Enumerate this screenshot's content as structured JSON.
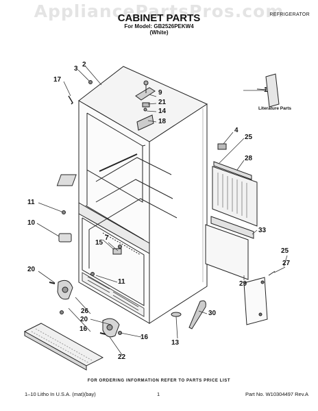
{
  "header": {
    "watermark": "AppliancePartsPros.com",
    "title": "CABINET PARTS",
    "category": "REFRIGERATOR",
    "model_line": "For Model: GB2526PEKW4",
    "color_line": "(White)"
  },
  "diagram": {
    "callouts": [
      {
        "id": "c1",
        "text": "1"
      },
      {
        "id": "c2",
        "text": "2"
      },
      {
        "id": "c3",
        "text": "3"
      },
      {
        "id": "c4",
        "text": "4"
      },
      {
        "id": "c7",
        "text": "7"
      },
      {
        "id": "c9",
        "text": "9"
      },
      {
        "id": "c10",
        "text": "10"
      },
      {
        "id": "c11a",
        "text": "11"
      },
      {
        "id": "c11b",
        "text": "11"
      },
      {
        "id": "c13",
        "text": "13"
      },
      {
        "id": "c14",
        "text": "14"
      },
      {
        "id": "c15",
        "text": "15"
      },
      {
        "id": "c16a",
        "text": "16"
      },
      {
        "id": "c16b",
        "text": "16"
      },
      {
        "id": "c17",
        "text": "17"
      },
      {
        "id": "c18",
        "text": "18"
      },
      {
        "id": "c20a",
        "text": "20"
      },
      {
        "id": "c20b",
        "text": "20"
      },
      {
        "id": "c21",
        "text": "21"
      },
      {
        "id": "c22",
        "text": "22"
      },
      {
        "id": "c25a",
        "text": "25"
      },
      {
        "id": "c25b",
        "text": "25"
      },
      {
        "id": "c26",
        "text": "26"
      },
      {
        "id": "c27",
        "text": "27"
      },
      {
        "id": "c28",
        "text": "28"
      },
      {
        "id": "c29",
        "text": "29"
      },
      {
        "id": "c30",
        "text": "30"
      },
      {
        "id": "c33",
        "text": "33"
      }
    ],
    "literature_label": "Literature Parts"
  },
  "footer": {
    "order_note": "FOR ORDERING INFORMATION REFER TO PARTS PRICE LIST",
    "litho": "1–10 Litho In U.S.A. (mat)(bay)",
    "page": "1",
    "part_no": "Part No. W10304497 Rev.A"
  }
}
